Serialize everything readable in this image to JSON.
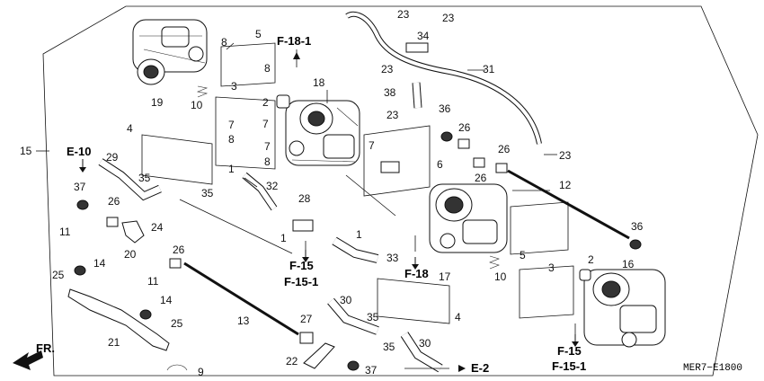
{
  "diagram": {
    "code": "MER7−E1800",
    "front_indicator": "FR.",
    "callouts": {
      "c1a": "1",
      "c1b": "1",
      "c1c": "1",
      "c2a": "2",
      "c2b": "2",
      "c3a": "3",
      "c3b": "3",
      "c4a": "4",
      "c4b": "4",
      "c5a": "5",
      "c5b": "5",
      "c6": "6",
      "c7a": "7",
      "c7b": "7",
      "c7c": "7",
      "c7d": "7",
      "c8a": "8",
      "c8b": "8",
      "c8c": "8",
      "c8d": "8",
      "c9": "9",
      "c10a": "10",
      "c10b": "10",
      "c11a": "11",
      "c11b": "11",
      "c12": "12",
      "c13": "13",
      "c14a": "14",
      "c14b": "14",
      "c15": "15",
      "c16": "16",
      "c17": "17",
      "c18": "18",
      "c19": "19",
      "c20": "20",
      "c21": "21",
      "c22": "22",
      "c23a": "23",
      "c23b": "23",
      "c23c": "23",
      "c23d": "23",
      "c23e": "23",
      "c24": "24",
      "c25a": "25",
      "c25b": "25",
      "c26a": "26",
      "c26b": "26",
      "c26c": "26",
      "c26d": "26",
      "c26e": "26",
      "c27": "27",
      "c28": "28",
      "c29": "29",
      "c30a": "30",
      "c30b": "30",
      "c31": "31",
      "c32": "32",
      "c33": "33",
      "c34": "34",
      "c35a": "35",
      "c35b": "35",
      "c35c": "35",
      "c35d": "35",
      "c36a": "36",
      "c36b": "36",
      "c37a": "37",
      "c37b": "37",
      "c38": "38"
    },
    "references": {
      "f181": "F-18-1",
      "e10": "E-10",
      "f15a": "F-15",
      "f151a": "F-15-1",
      "f18": "F-18",
      "f15b": "F-15",
      "f151b": "F-15-1",
      "e2": "E-2"
    }
  }
}
